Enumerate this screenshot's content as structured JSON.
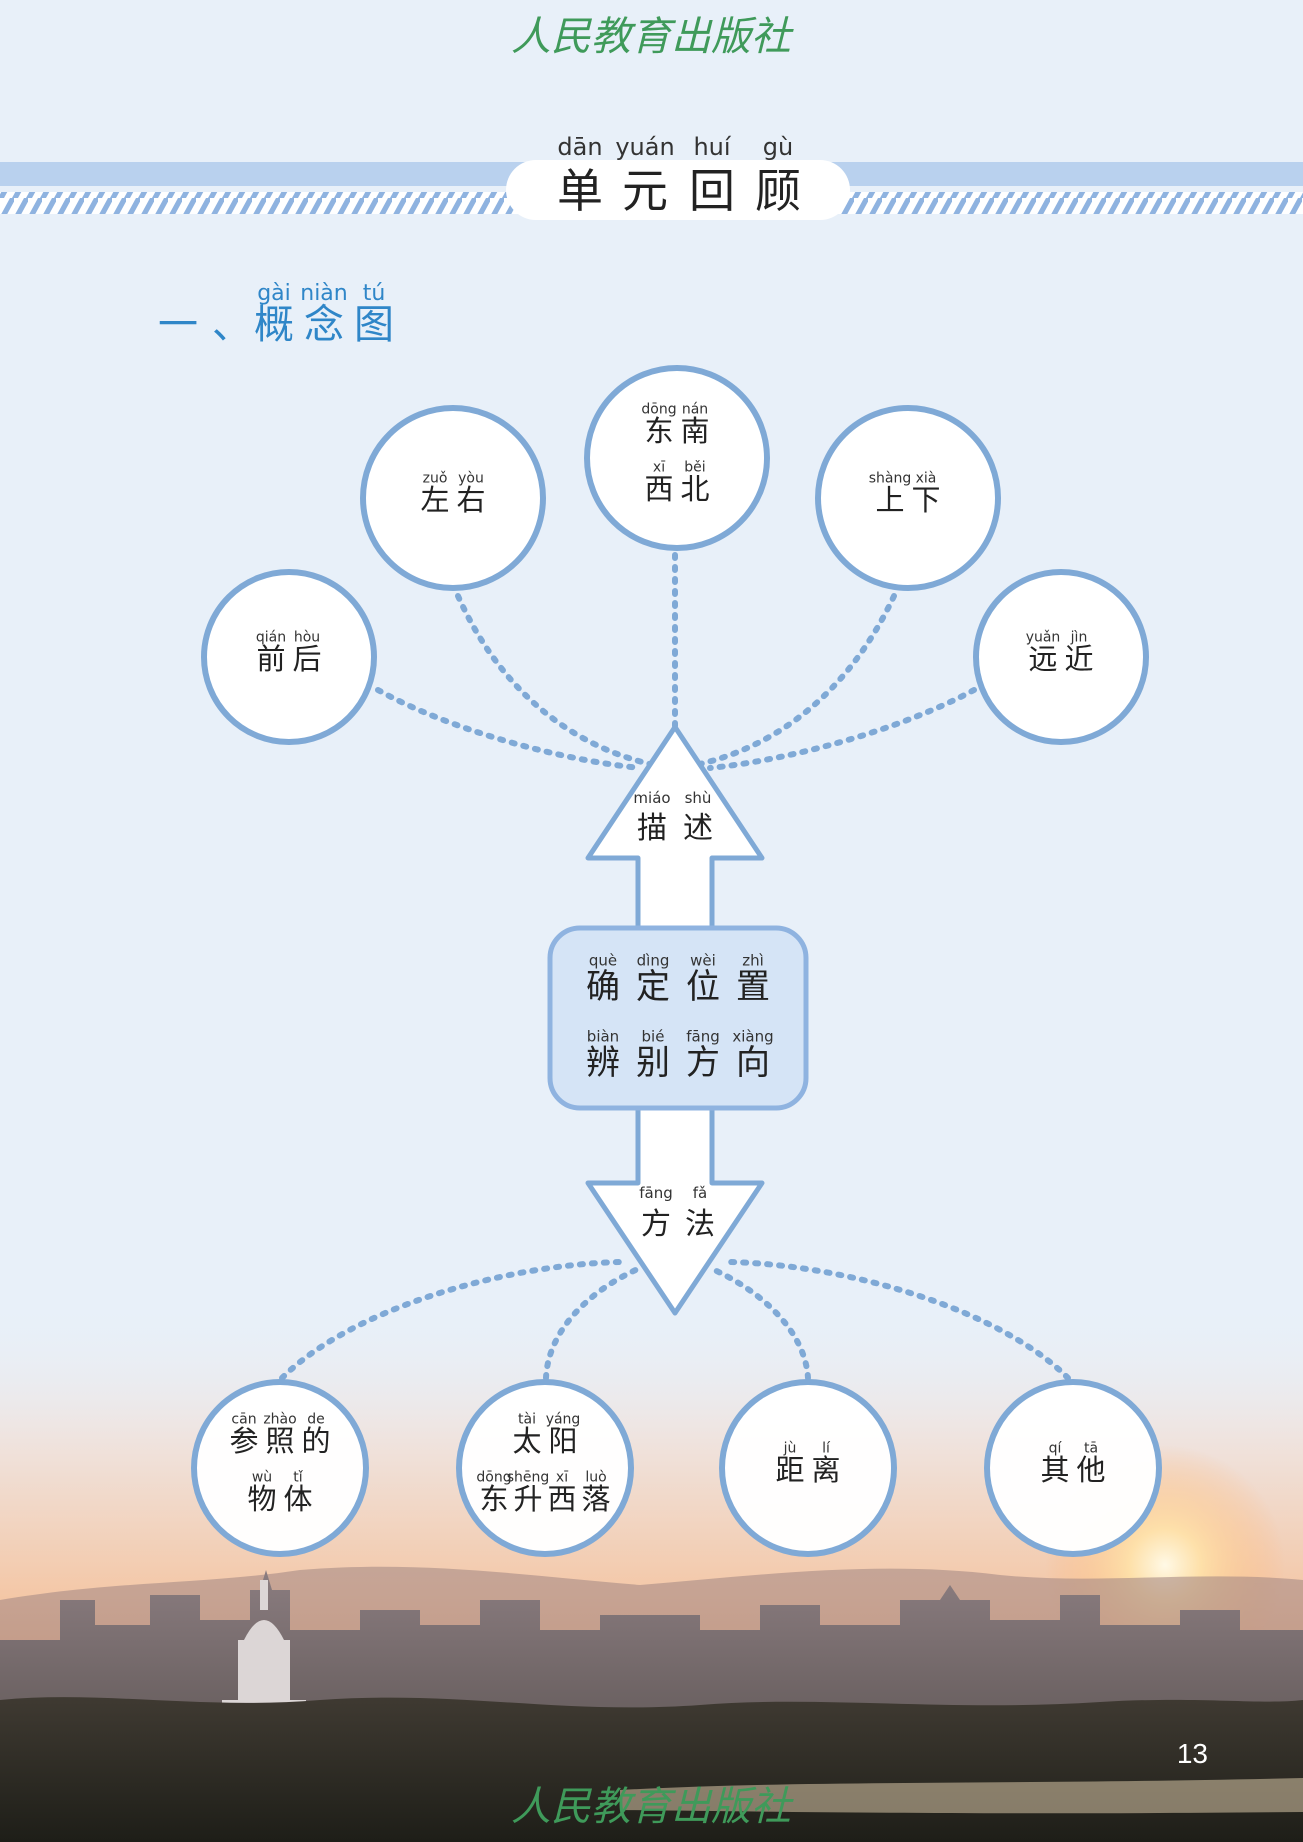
{
  "publisher": "人民教育出版社",
  "page_number": "13",
  "header": {
    "title_pinyin": [
      "dān",
      "yuán",
      "huí",
      "gù"
    ],
    "title": [
      "单",
      "元",
      "回",
      "顾"
    ]
  },
  "section": {
    "number": "一、",
    "pinyin": [
      "gài",
      "niàn",
      "tú"
    ],
    "title": [
      "概",
      "念",
      "图"
    ]
  },
  "center": {
    "lines": [
      {
        "pinyin": [
          "què",
          "dìng",
          "wèi",
          "zhì"
        ],
        "chars": [
          "确",
          "定",
          "位",
          "置"
        ]
      },
      {
        "pinyin": [
          "biàn",
          "bié",
          "fāng",
          "xiàng"
        ],
        "chars": [
          "辨",
          "别",
          "方",
          "向"
        ]
      }
    ]
  },
  "up_arrow": {
    "pinyin": [
      "miáo",
      "shù"
    ],
    "chars": [
      "描",
      "述"
    ]
  },
  "down_arrow": {
    "pinyin": [
      "fāng",
      "fǎ"
    ],
    "chars": [
      "方",
      "法"
    ]
  },
  "describe_nodes": [
    {
      "lines": [
        {
          "pinyin": [
            "qián",
            "hòu"
          ],
          "chars": [
            "前",
            "后"
          ]
        }
      ]
    },
    {
      "lines": [
        {
          "pinyin": [
            "zuǒ",
            "yòu"
          ],
          "chars": [
            "左",
            "右"
          ]
        }
      ]
    },
    {
      "lines": [
        {
          "pinyin": [
            "dōng",
            "nán"
          ],
          "chars": [
            "东",
            "南"
          ]
        },
        {
          "pinyin": [
            "xī",
            "běi"
          ],
          "chars": [
            "西",
            "北"
          ]
        }
      ]
    },
    {
      "lines": [
        {
          "pinyin": [
            "shàng",
            "xià"
          ],
          "chars": [
            "上",
            "下"
          ]
        }
      ]
    },
    {
      "lines": [
        {
          "pinyin": [
            "yuǎn",
            "jìn"
          ],
          "chars": [
            "远",
            "近"
          ]
        }
      ]
    }
  ],
  "method_nodes": [
    {
      "lines": [
        {
          "pinyin": [
            "cān",
            "zhào",
            "de"
          ],
          "chars": [
            "参",
            "照",
            "的"
          ]
        },
        {
          "pinyin": [
            "wù",
            "tǐ"
          ],
          "chars": [
            "物",
            "体"
          ]
        }
      ]
    },
    {
      "lines": [
        {
          "pinyin": [
            "tài",
            "yáng"
          ],
          "chars": [
            "太",
            "阳"
          ]
        },
        {
          "pinyin": [
            "dōng",
            "shēng",
            "xī",
            "luò"
          ],
          "chars": [
            "东",
            "升",
            "西",
            "落"
          ]
        }
      ]
    },
    {
      "lines": [
        {
          "pinyin": [
            "jù",
            "lí"
          ],
          "chars": [
            "距",
            "离"
          ]
        }
      ]
    },
    {
      "lines": [
        {
          "pinyin": [
            "qí",
            "tā"
          ],
          "chars": [
            "其",
            "他"
          ]
        }
      ]
    }
  ],
  "colors": {
    "accent": "#7fa9d6",
    "section": "#2f86c8",
    "header_band": "#b9d1ee",
    "node_fill": "#ffffff",
    "center_fill": "#d5e4f6",
    "text": "#222222"
  }
}
